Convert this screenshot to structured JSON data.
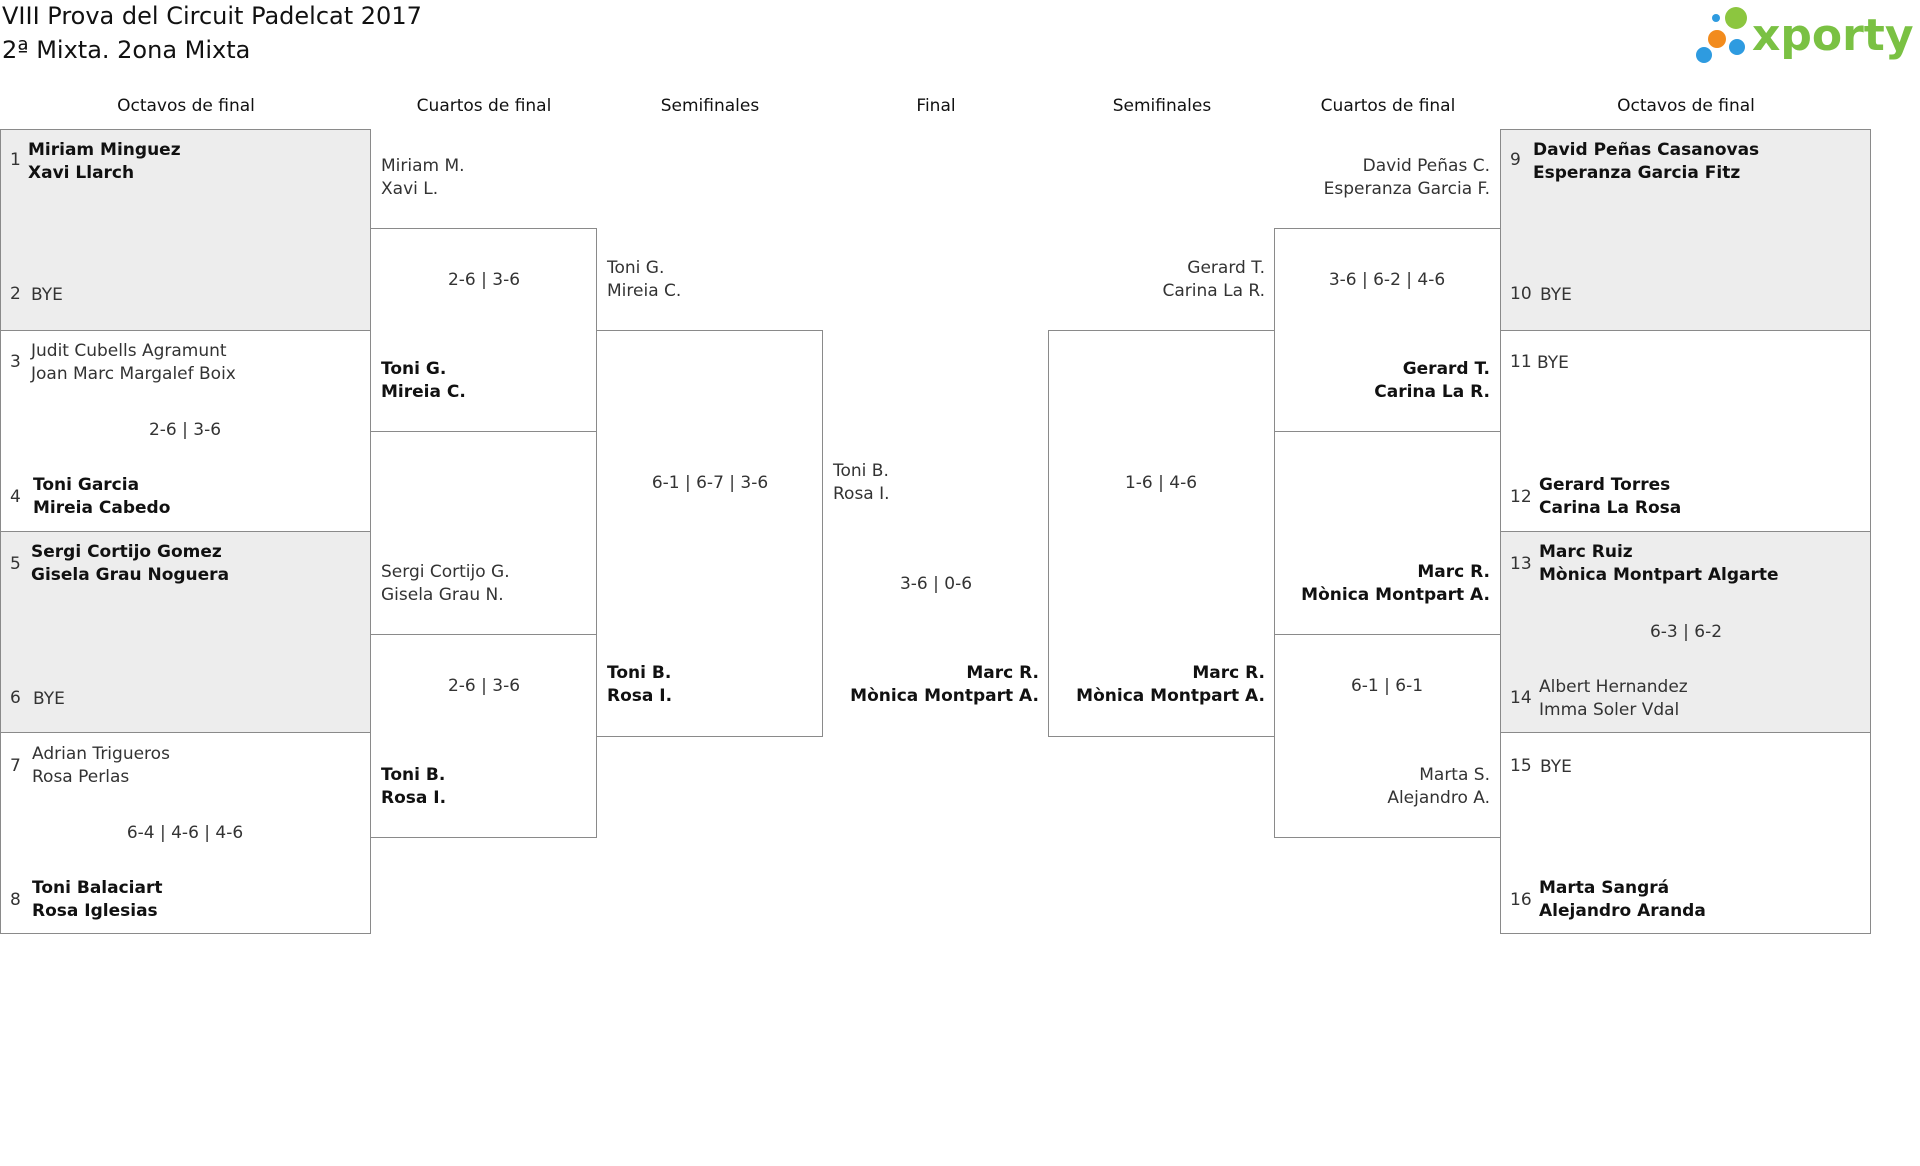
{
  "title": {
    "line1": "VIII Prova del Circuit Padelcat 2017",
    "line2": "2ª Mixta. 2ona Mixta"
  },
  "logo": {
    "text": "xporty",
    "colors": [
      "#2e9be0",
      "#8cc63f",
      "#f28b1d",
      "#7ac143"
    ]
  },
  "headers": [
    "Octavos de final",
    "Cuartos de final",
    "Semifinales",
    "Final",
    "Semifinales",
    "Cuartos de final",
    "Octavos de final"
  ],
  "left": {
    "r16": [
      {
        "seed_a": "1",
        "a": [
          "Miriam Minguez",
          "Xavi Llarch"
        ],
        "seed_b": "2",
        "b": [
          "BYE"
        ],
        "score": ""
      },
      {
        "seed_a": "3",
        "a": [
          "Judit Cubells Agramunt",
          "Joan Marc Margalef Boix"
        ],
        "seed_b": "4",
        "b": [
          "Toni Garcia",
          "Mireia Cabedo"
        ],
        "score": "2-6 | 3-6"
      },
      {
        "seed_a": "5",
        "a": [
          "Sergi Cortijo Gomez",
          "Gisela Grau Noguera"
        ],
        "seed_b": "6",
        "b": [
          "BYE"
        ],
        "score": ""
      },
      {
        "seed_a": "7",
        "a": [
          "Adrian Trigueros",
          "Rosa Perlas"
        ],
        "seed_b": "8",
        "b": [
          "Toni Balaciart",
          "Rosa Iglesias"
        ],
        "score": "6-4 | 4-6 | 4-6"
      }
    ],
    "qf": [
      {
        "a": [
          "Miriam M.",
          "Xavi L."
        ],
        "b": [
          "Toni G.",
          "Mireia C."
        ],
        "score": "2-6 | 3-6"
      },
      {
        "a": [
          "Sergi Cortijo G.",
          "Gisela Grau N."
        ],
        "b": [
          "Toni B.",
          "Rosa I."
        ],
        "score": "2-6 | 3-6"
      }
    ],
    "sf": {
      "a": [
        "Toni G.",
        "Mireia C."
      ],
      "b": [
        "Toni B.",
        "Rosa I."
      ],
      "score": "6-1 | 6-7 | 3-6"
    }
  },
  "final": {
    "a": [
      "Toni B.",
      "Rosa I."
    ],
    "b": [
      "Marc R.",
      "Mònica Montpart A."
    ],
    "score": "3-6 | 0-6"
  },
  "right": {
    "r16": [
      {
        "seed_a": "9",
        "a": [
          "David Peñas Casanovas",
          "Esperanza Garcia Fitz"
        ],
        "seed_b": "10",
        "b": [
          "BYE"
        ],
        "score": ""
      },
      {
        "seed_a": "11",
        "a": [
          "BYE"
        ],
        "seed_b": "12",
        "b": [
          "Gerard Torres",
          "Carina La Rosa"
        ],
        "score": ""
      },
      {
        "seed_a": "13",
        "a": [
          "Marc Ruiz",
          "Mònica Montpart Algarte"
        ],
        "seed_b": "14",
        "b": [
          "Albert Hernandez",
          "Imma Soler Vdal"
        ],
        "score": "6-3 | 6-2"
      },
      {
        "seed_a": "15",
        "a": [
          "BYE"
        ],
        "seed_b": "16",
        "b": [
          "Marta Sangrá",
          "Alejandro Aranda"
        ],
        "score": ""
      }
    ],
    "qf": [
      {
        "a": [
          "David Peñas C.",
          "Esperanza Garcia F."
        ],
        "b": [
          "Gerard T.",
          "Carina La R."
        ],
        "score": "3-6 | 6-2 | 4-6"
      },
      {
        "a": [
          "Marc R.",
          "Mònica Montpart A."
        ],
        "b": [
          "Marta S.",
          "Alejandro A."
        ],
        "score": "6-1 | 6-1"
      }
    ],
    "sf": {
      "a": [
        "Gerard T.",
        "Carina La R."
      ],
      "b": [
        "Marc R.",
        "Mònica Montpart A."
      ],
      "score": "1-6 | 4-6"
    }
  }
}
